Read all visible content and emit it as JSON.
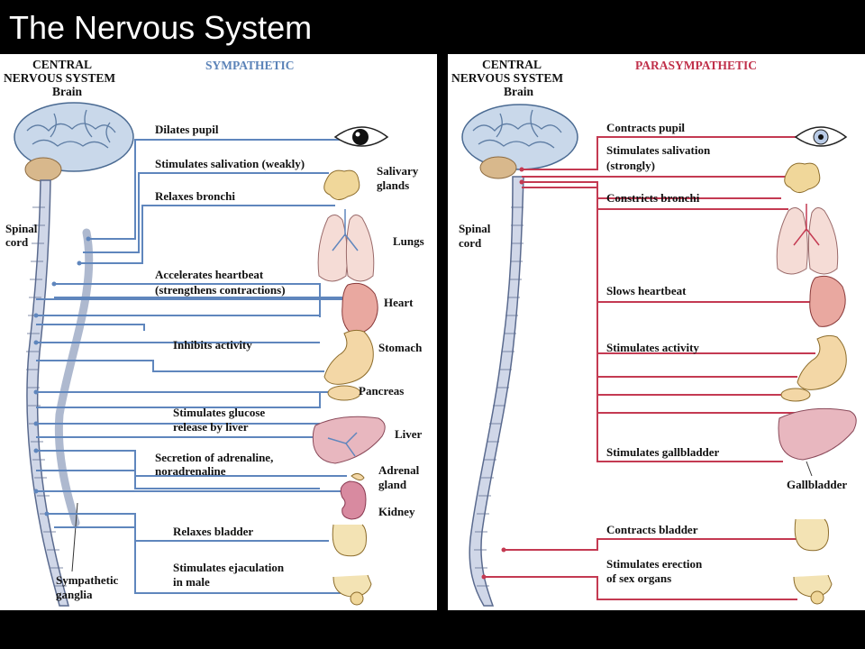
{
  "title": "The Nervous System",
  "sympathetic": {
    "cns_line1": "CENTRAL",
    "cns_line2": "NERVOUS SYSTEM",
    "brain": "Brain",
    "division": "SYMPATHETIC",
    "spinal1": "Spinal",
    "spinal2": "cord",
    "ganglia1": "Sympathetic",
    "ganglia2": "ganglia",
    "effects": [
      [
        "Dilates pupil"
      ],
      [
        "Stimulates salivation (weakly)"
      ],
      [
        "Relaxes bronchi"
      ],
      [
        "Accelerates heartbeat",
        "(strengthens contractions)"
      ],
      [
        "Inhibits activity"
      ],
      [
        "Stimulates glucose",
        "release by liver"
      ],
      [
        "Secretion of adrenaline,",
        "noradrenaline"
      ],
      [
        "Relaxes bladder"
      ],
      [
        "Stimulates ejaculation",
        "in male"
      ]
    ],
    "organs": {
      "salivary1": "Salivary",
      "salivary2": "glands",
      "lungs": "Lungs",
      "heart": "Heart",
      "stomach": "Stomach",
      "pancreas": "Pancreas",
      "liver": "Liver",
      "adrenal1": "Adrenal",
      "adrenal2": "gland",
      "kidney": "Kidney"
    }
  },
  "parasympathetic": {
    "cns_line1": "CENTRAL",
    "cns_line2": "NERVOUS SYSTEM",
    "brain": "Brain",
    "division": "PARASYMPATHETIC",
    "spinal1": "Spinal",
    "spinal2": "cord",
    "effects": [
      [
        "Contracts pupil"
      ],
      [
        "Stimulates salivation",
        "(strongly)"
      ],
      [
        "Constricts bronchi"
      ],
      [
        "Slows heartbeat"
      ],
      [
        "Stimulates activity"
      ],
      [
        "Stimulates gallbladder"
      ],
      [
        "Contracts bladder"
      ],
      [
        "Stimulates erection",
        "of sex organs"
      ]
    ],
    "organs": {
      "gallbladder": "Gallbladder"
    }
  }
}
